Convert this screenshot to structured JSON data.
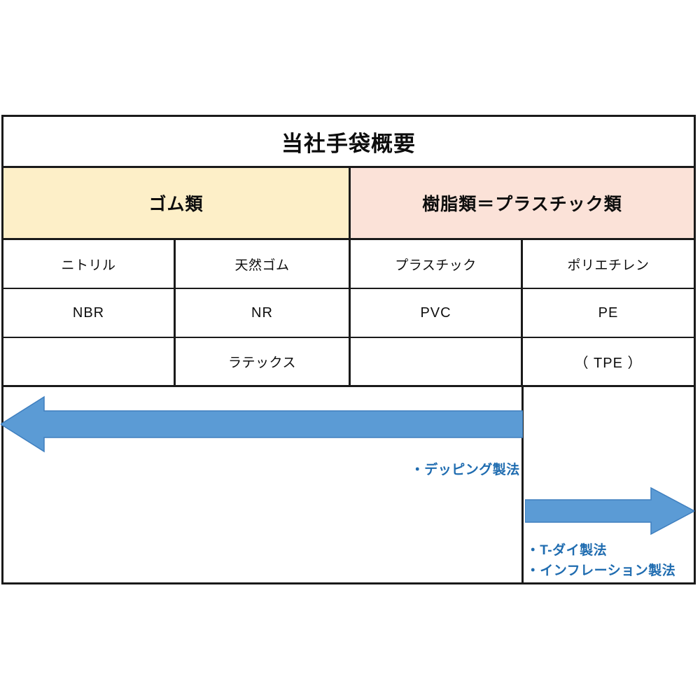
{
  "table": {
    "title": "当社手袋概要",
    "categories": [
      {
        "label": "ゴム類",
        "color": "#fdefc8"
      },
      {
        "label": "樹脂類＝プラスチック類",
        "color": "#fbe2d8"
      }
    ],
    "columns": [
      "ニトリル",
      "天然ゴム",
      "プラスチック",
      "ポリエチレン"
    ],
    "rows": [
      [
        "ニトリル",
        "天然ゴム",
        "プラスチック",
        "ポリエチレン"
      ],
      [
        "NBR",
        "NR",
        "PVC",
        "PE"
      ],
      [
        "",
        "ラテックス",
        "",
        "（ TPE ）"
      ]
    ]
  },
  "annotations": {
    "arrow_color": "#5b9bd5",
    "arrow_stroke": "#3f7fbf",
    "text_color": "#1f6cb0",
    "dipping": "・デッピング製法",
    "t_die": "・T-ダイ製法",
    "inflation": "・インフレーション製法"
  }
}
